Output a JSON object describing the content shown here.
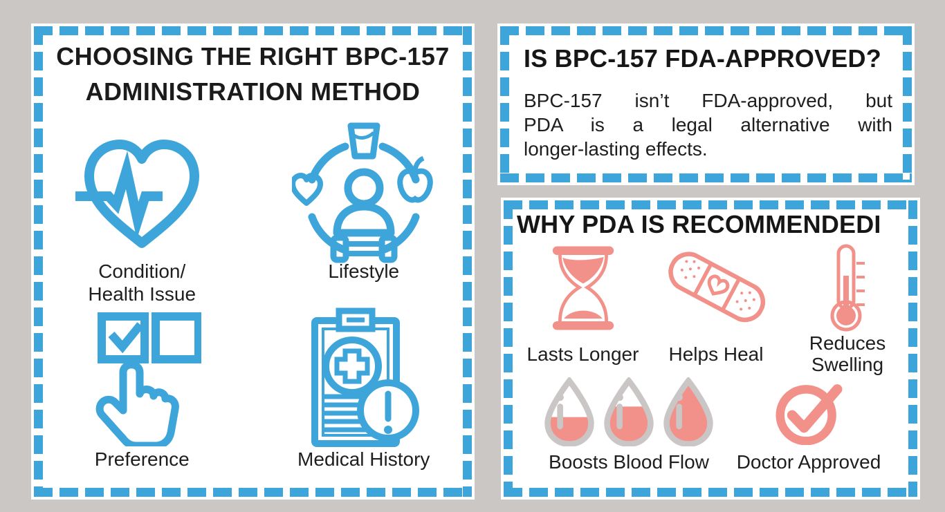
{
  "colors": {
    "background": "#CAC7C5",
    "panel_background": "#FFFFFF",
    "border_blue": "#3EA5DA",
    "accent_salmon": "#F29189",
    "drop_gray": "#C9C6C5",
    "text_black": "#1E1E1E"
  },
  "left_panel": {
    "title_lines": [
      "CHOOSING THE RIGHT BPC-157",
      "ADMINISTRATION METHOD"
    ],
    "items": [
      {
        "icon": "heart-pulse-icon",
        "label_lines": [
          "Condition/",
          "Health Issue"
        ]
      },
      {
        "icon": "lifestyle-icon",
        "label_lines": [
          "Lifestyle"
        ]
      },
      {
        "icon": "checkbox-hand-icon",
        "label_lines": [
          "Preference"
        ]
      },
      {
        "icon": "medical-history-icon",
        "label_lines": [
          "Medical History"
        ]
      }
    ]
  },
  "fda_panel": {
    "title": "IS BPC-157 FDA-APPROVED?",
    "body_lines": [
      "BPC-157 isn’t FDA-approved, but",
      "PDA is a legal alternative with",
      "longer-lasting effects."
    ]
  },
  "pda_panel": {
    "title": "WHY PDA IS RECOMMENDEDI",
    "row1": [
      {
        "icon": "hourglass-icon",
        "label_lines": [
          "Lasts Longer"
        ]
      },
      {
        "icon": "bandage-icon",
        "label_lines": [
          "Helps Heal"
        ]
      },
      {
        "icon": "thermometer-icon",
        "label_lines": [
          "Reduces",
          "Swelling"
        ]
      }
    ],
    "row2": [
      {
        "icon": "blood-drops-icon",
        "label_lines": [
          "Boosts Blood Flow"
        ]
      },
      {
        "icon": "check-circle-icon",
        "label_lines": [
          "Doctor Approved"
        ]
      }
    ]
  }
}
